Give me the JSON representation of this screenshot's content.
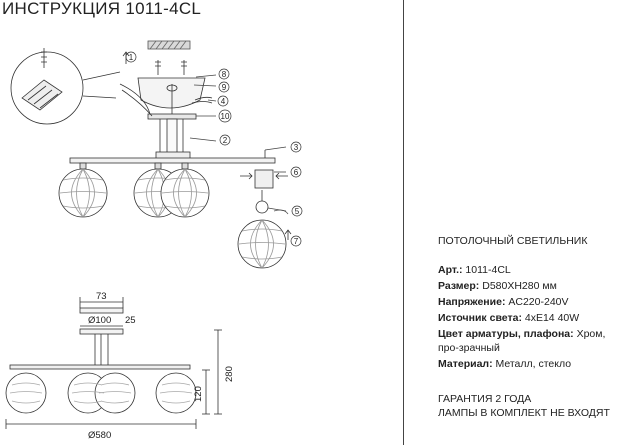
{
  "header": {
    "title": "ИНСТРУКЦИЯ 1011-4CL"
  },
  "product_type": "ПОТОЛОЧНЫЙ СВЕТИЛЬНИК",
  "specs": [
    {
      "key": "Арт.:",
      "value": "1011-4CL"
    },
    {
      "key": "Размер:",
      "value": "D580XH280 мм"
    },
    {
      "key": "Напряжение:",
      "value": "AC220-240V"
    },
    {
      "key": "Источник света:",
      "value": "4xE14 40W"
    },
    {
      "key": "Цвет арматуры, плафона:",
      "value": "Хром, про-зрачный"
    },
    {
      "key": "Материал:",
      "value": "Металл, стекло"
    }
  ],
  "footer": {
    "warranty": "ГАРАНТИЯ 2 ГОДА",
    "lamps_note": "ЛАМПЫ В КОМПЛЕКТ НЕ ВХОДЯТ"
  },
  "callouts": [
    "1",
    "2",
    "3",
    "4",
    "5",
    "6",
    "7",
    "8",
    "9",
    "10"
  ],
  "dimensions": {
    "d73": "73",
    "d100": "Ø100",
    "d25": "25",
    "h280": "280",
    "h120": "120",
    "d580": "Ø580"
  }
}
